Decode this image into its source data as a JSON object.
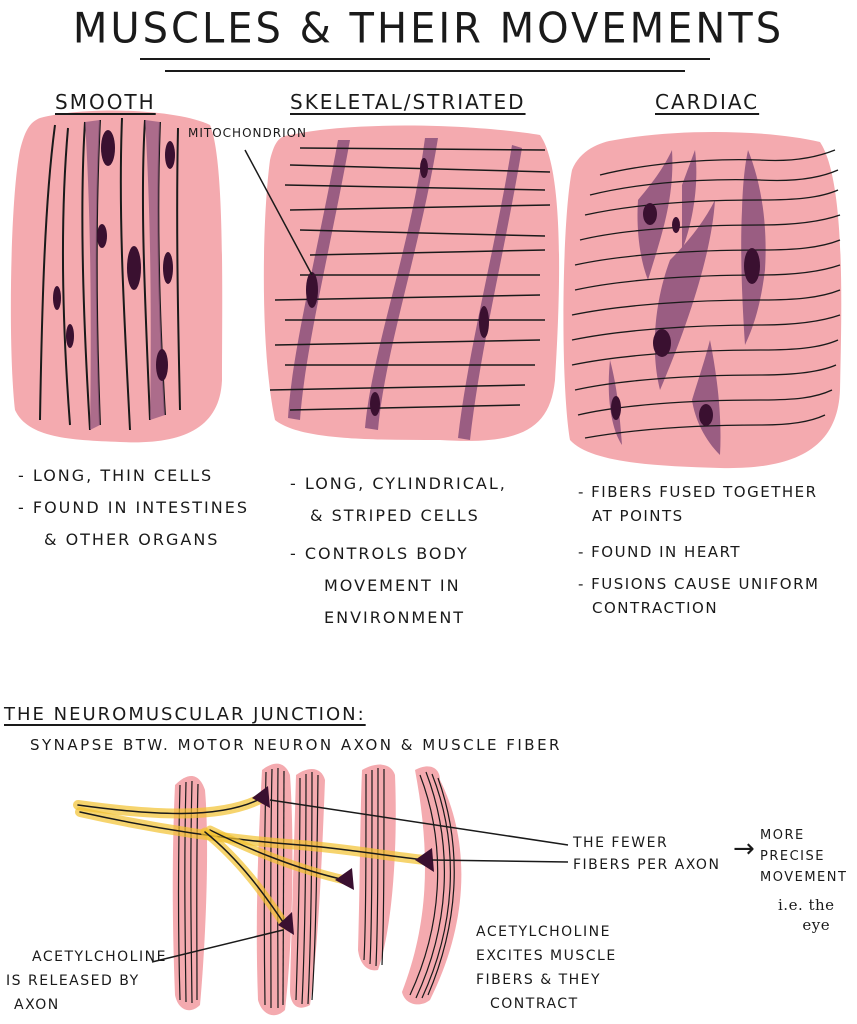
{
  "title": "MUSCLES & THEIR MOVEMENTS",
  "panels": {
    "smooth": {
      "heading": "SMOOTH",
      "notes": [
        "- LONG, THIN CELLS",
        "- FOUND IN INTESTINES",
        "& OTHER ORGANS"
      ]
    },
    "skeletal": {
      "heading": "SKELETAL/STRIATED",
      "label": "MITOCHONDRION",
      "notes": [
        "- LONG, CYLINDRICAL,",
        "& STRIPED CELLS",
        "- CONTROLS BODY",
        "MOVEMENT IN",
        "ENVIRONMENT"
      ]
    },
    "cardiac": {
      "heading": "CARDIAC",
      "notes": [
        "- FIBERS FUSED TOGETHER",
        "AT POINTS",
        "- FOUND IN HEART",
        "- FUSIONS CAUSE UNIFORM",
        "CONTRACTION"
      ]
    }
  },
  "junction": {
    "heading": "THE NEUROMUSCULAR JUNCTION:",
    "subheading": "SYNAPSE BTW. MOTOR NEURON AXON & MUSCLE FIBER",
    "fewer_fibers": [
      "THE FEWER",
      "FIBERS PER AXON"
    ],
    "arrow": "→",
    "precise": [
      "MORE",
      "PRECISE",
      "MOVEMENT"
    ],
    "example": [
      "i.e. the",
      "eye"
    ],
    "released": [
      "ACETYLCHOLINE",
      "IS RELEASED BY",
      "AXON"
    ],
    "excites": [
      "ACETYLCHOLINE",
      "EXCITES MUSCLE",
      "FIBERS & THEY",
      "CONTRACT"
    ]
  },
  "colors": {
    "pink": "#f4aaaf",
    "purple": "#9a5d82",
    "nucleus": "#3a1030",
    "yellow": "#f2c230",
    "ink": "#1a1a1a"
  }
}
